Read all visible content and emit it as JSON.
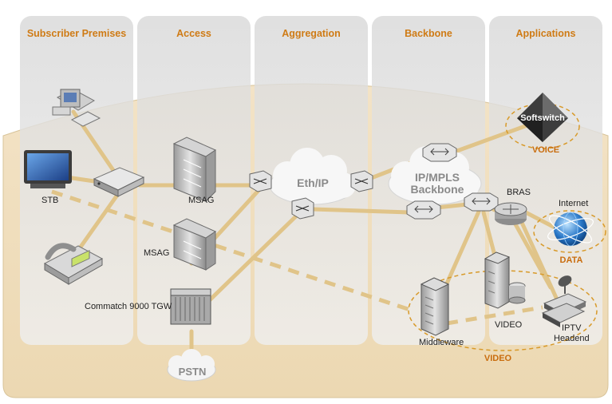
{
  "columns": {
    "subscriber": "Subscriber Premises",
    "access": "Access",
    "aggregation": "Aggregation",
    "backbone": "Backbone",
    "applications": "Applications"
  },
  "labels": {
    "stb": "STB",
    "msag_top": "MSAG",
    "msag_bottom": "MSAG",
    "commatch": "Commatch 9000 TGW",
    "bras": "BRAS",
    "internet": "Internet",
    "softswitch": "Softswitch",
    "middleware": "Middleware",
    "video_server": "VIDEO",
    "iptv_line1": "IPTV",
    "iptv_line2": "Headend"
  },
  "clouds": {
    "eth_ip": "Eth/IP",
    "ipmpls_line1": "IP/MPLS",
    "ipmpls_line2": "Backbone",
    "pstn": "PSTN"
  },
  "groups": {
    "voice": "VOICE",
    "data": "DATA",
    "video": "VIDEO"
  },
  "colors": {
    "band_bg": "#f0dfbf",
    "column_fill": "#e6e6e6",
    "link": "#e2c88c",
    "title_orange": "#cf7b15",
    "group_orange": "#c96d0e"
  }
}
